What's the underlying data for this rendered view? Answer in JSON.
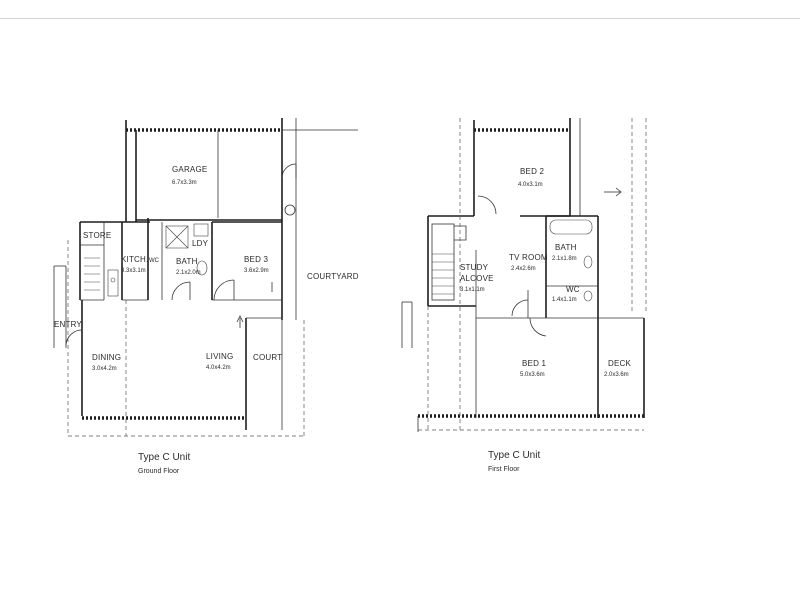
{
  "ground_floor": {
    "title": "Type C Unit",
    "subtitle": "Ground Floor",
    "rooms": {
      "garage": {
        "name": "GARAGE",
        "size": "6.7x3.3m"
      },
      "store": {
        "name": "STORE"
      },
      "kitchen": {
        "name": "KITCH.",
        "size": "3.3x3.1m"
      },
      "wc": {
        "name": "WC"
      },
      "bath": {
        "name": "BATH",
        "size": "2.1x2.0m"
      },
      "ldy": {
        "name": "LDY"
      },
      "bed3": {
        "name": "BED 3",
        "size": "3.6x2.9m"
      },
      "courtyard": {
        "name": "COURTYARD"
      },
      "entry": {
        "name": "ENTRY"
      },
      "dining": {
        "name": "DINING",
        "size": "3.0x4.2m"
      },
      "living": {
        "name": "LIVING",
        "size": "4.0x4.2m"
      },
      "court": {
        "name": "COURT"
      }
    }
  },
  "first_floor": {
    "title": "Type C Unit",
    "subtitle": "First Floor",
    "rooms": {
      "bed2": {
        "name": "BED 2",
        "size": "4.0x3.1m"
      },
      "tvroom": {
        "name": "TV ROOM",
        "size": "2.4x2.6m"
      },
      "study": {
        "name": "STUDY",
        "name2": "ALCOVE",
        "size": "3.1x1.1m"
      },
      "bath": {
        "name": "BATH",
        "size": "2.1x1.8m"
      },
      "wc": {
        "name": "WC",
        "size": "1.4x1.1m"
      },
      "bed1": {
        "name": "BED 1",
        "size": "5.0x3.6m"
      },
      "deck": {
        "name": "DECK",
        "size": "2.0x3.6m"
      }
    }
  }
}
